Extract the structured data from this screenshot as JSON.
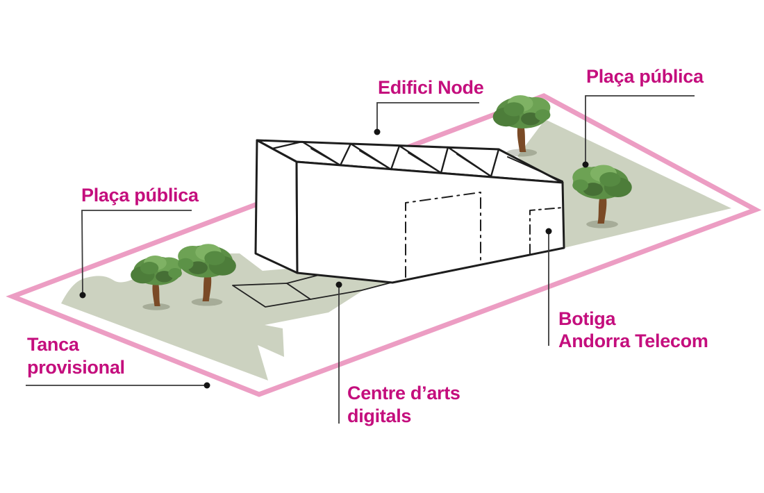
{
  "diagram": {
    "type": "isometric-site-plan",
    "labels": {
      "edifici_node": "Edifici Node",
      "placa_publica_right": "Plaça pública",
      "placa_publica_left": "Plaça pública",
      "tanca_line1": "Tanca",
      "tanca_line2": "provisional",
      "centre_line1": "Centre d’arts",
      "centre_line2": "digitals",
      "botiga_line1": "Botiga",
      "botiga_line2": "Andorra Telecom"
    },
    "colors": {
      "label_magenta": "#c40e7d",
      "fence_pink": "#ec9dc3",
      "plaza_green": "#ccd2c0",
      "building_outline": "#1d1d1d",
      "leader_line": "#3a3a3a",
      "background": "#ffffff"
    },
    "elements": [
      "temporary-fence-outline",
      "public-plaza-left-with-two-trees",
      "public-plaza-right-with-two-trees",
      "node-building-with-sawtooth-roof",
      "digital-arts-centre-entrance-tiles",
      "andorra-telecom-shop-door",
      "main-door"
    ]
  }
}
